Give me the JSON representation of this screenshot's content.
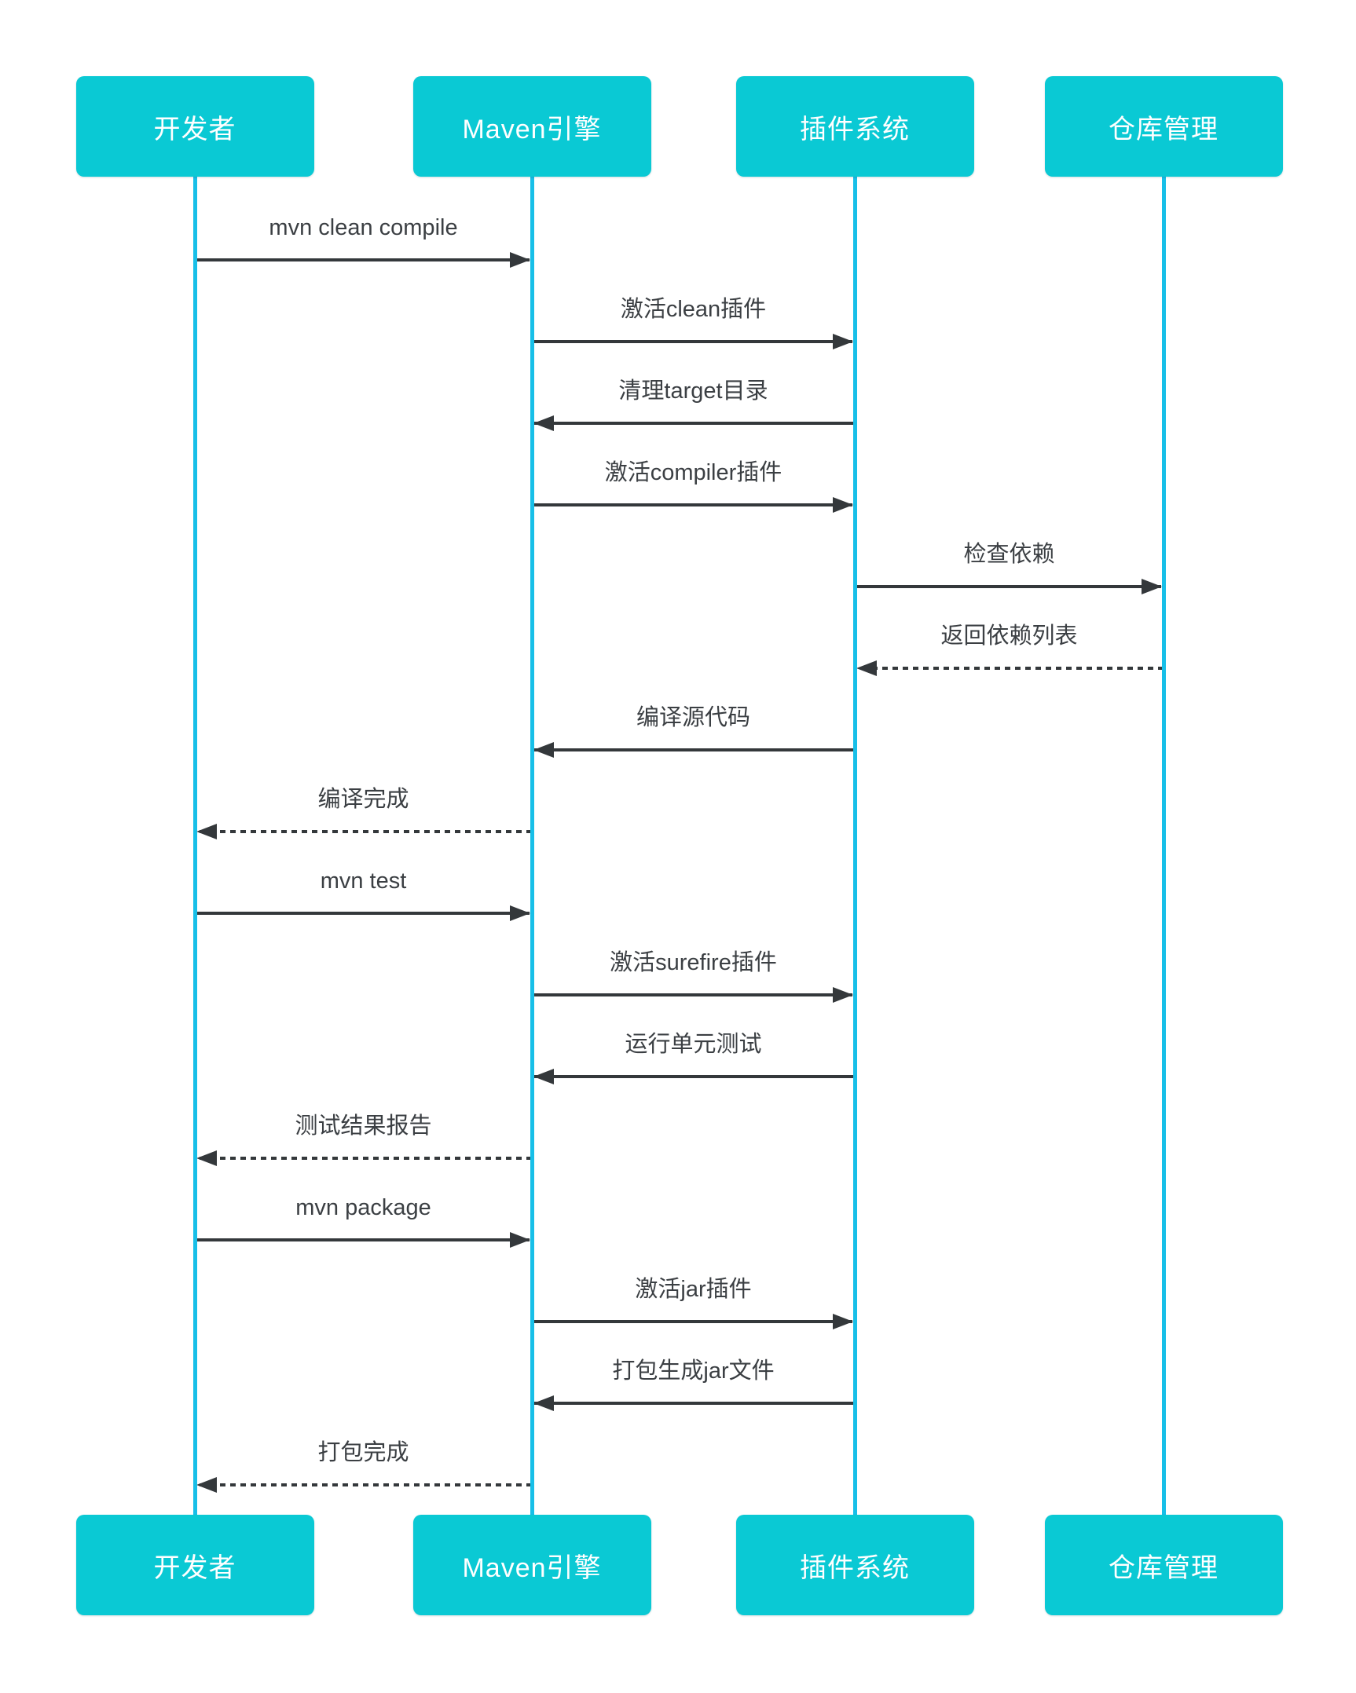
{
  "colors": {
    "background": "#ffffff",
    "participant_fill": "#0ac9d4",
    "participant_text": "#ffffff",
    "lifeline": "#17bfe8",
    "arrow": "#34383b",
    "message_text": "#3b3f43"
  },
  "participants": [
    {
      "label": "开发者"
    },
    {
      "label": "Maven引擎"
    },
    {
      "label": "插件系统"
    },
    {
      "label": "仓库管理"
    }
  ],
  "messages": [
    {
      "label": "mvn clean compile",
      "from": 0,
      "to": 1,
      "line": "solid"
    },
    {
      "label": "激活clean插件",
      "from": 1,
      "to": 2,
      "line": "solid"
    },
    {
      "label": "清理target目录",
      "from": 2,
      "to": 1,
      "line": "solid"
    },
    {
      "label": "激活compiler插件",
      "from": 1,
      "to": 2,
      "line": "solid"
    },
    {
      "label": "检查依赖",
      "from": 2,
      "to": 3,
      "line": "solid"
    },
    {
      "label": "返回依赖列表",
      "from": 3,
      "to": 2,
      "line": "dashed"
    },
    {
      "label": "编译源代码",
      "from": 2,
      "to": 1,
      "line": "solid"
    },
    {
      "label": "编译完成",
      "from": 1,
      "to": 0,
      "line": "dashed"
    },
    {
      "label": "mvn test",
      "from": 0,
      "to": 1,
      "line": "solid"
    },
    {
      "label": "激活surefire插件",
      "from": 1,
      "to": 2,
      "line": "solid"
    },
    {
      "label": "运行单元测试",
      "from": 2,
      "to": 1,
      "line": "solid"
    },
    {
      "label": "测试结果报告",
      "from": 1,
      "to": 0,
      "line": "dashed"
    },
    {
      "label": "mvn package",
      "from": 0,
      "to": 1,
      "line": "solid"
    },
    {
      "label": "激活jar插件",
      "from": 1,
      "to": 2,
      "line": "solid"
    },
    {
      "label": "打包生成jar文件",
      "from": 2,
      "to": 1,
      "line": "solid"
    },
    {
      "label": "打包完成",
      "from": 1,
      "to": 0,
      "line": "dashed"
    }
  ]
}
